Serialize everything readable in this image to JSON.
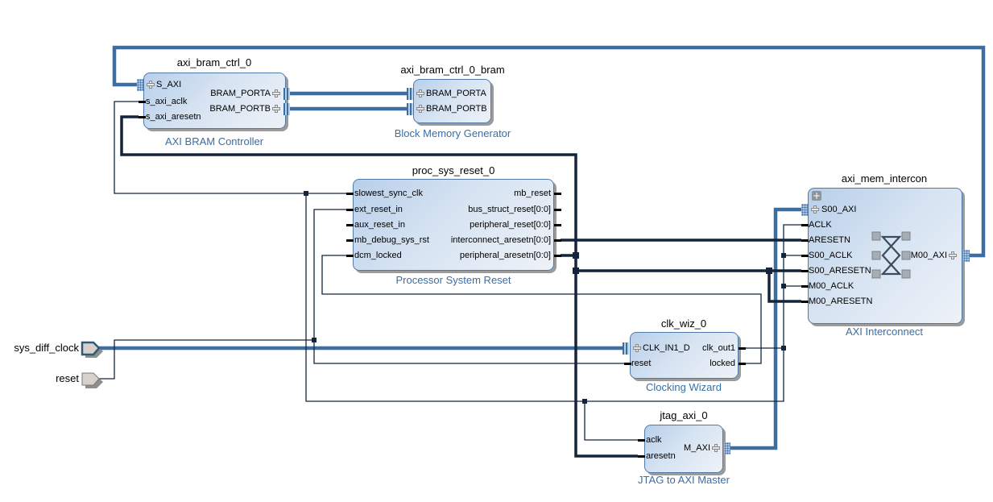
{
  "colors": {
    "wire": "#14253b",
    "bus": "#3e6e9f",
    "block_border": "#4f79a8",
    "block_fill_start": "#b8cfea",
    "block_fill_end": "#eef2f8",
    "subtitle": "#3a6ea5"
  },
  "icons": {
    "bus_port": "plus-icon",
    "expand": "expand-icon",
    "crossbar": "crossbar-icon",
    "external_port": "external-port-icon"
  },
  "external_ports": {
    "sys_diff_clock": "sys_diff_clock",
    "reset": "reset"
  },
  "blocks": {
    "axi_bram_ctrl_0": {
      "title": "axi_bram_ctrl_0",
      "subtitle": "AXI BRAM Controller",
      "left_ports": [
        "S_AXI",
        "s_axi_aclk",
        "s_axi_aresetn"
      ],
      "right_ports": [
        "BRAM_PORTA",
        "BRAM_PORTB"
      ]
    },
    "axi_bram_ctrl_0_bram": {
      "title": "axi_bram_ctrl_0_bram",
      "subtitle": "Block Memory Generator",
      "left_ports": [
        "BRAM_PORTA",
        "BRAM_PORTB"
      ]
    },
    "proc_sys_reset_0": {
      "title": "proc_sys_reset_0",
      "subtitle": "Processor System Reset",
      "left_ports": [
        "slowest_sync_clk",
        "ext_reset_in",
        "aux_reset_in",
        "mb_debug_sys_rst",
        "dcm_locked"
      ],
      "right_ports": [
        "mb_reset",
        "bus_struct_reset[0:0]",
        "peripheral_reset[0:0]",
        "interconnect_aresetn[0:0]",
        "peripheral_aresetn[0:0]"
      ]
    },
    "axi_mem_intercon": {
      "title": "axi_mem_intercon",
      "subtitle": "AXI Interconnect",
      "expand_label": "+",
      "left_ports": [
        "S00_AXI",
        "ACLK",
        "ARESETN",
        "S00_ACLK",
        "S00_ARESETN",
        "M00_ACLK",
        "M00_ARESETN"
      ],
      "right_ports": [
        "M00_AXI"
      ]
    },
    "clk_wiz_0": {
      "title": "clk_wiz_0",
      "subtitle": "Clocking Wizard",
      "left_ports": [
        "CLK_IN1_D",
        "reset"
      ],
      "right_ports": [
        "clk_out1",
        "locked"
      ]
    },
    "jtag_axi_0": {
      "title": "jtag_axi_0",
      "subtitle": "JTAG to AXI Master",
      "left_ports": [
        "aclk",
        "aresetn"
      ],
      "right_ports": [
        "M_AXI"
      ]
    }
  }
}
